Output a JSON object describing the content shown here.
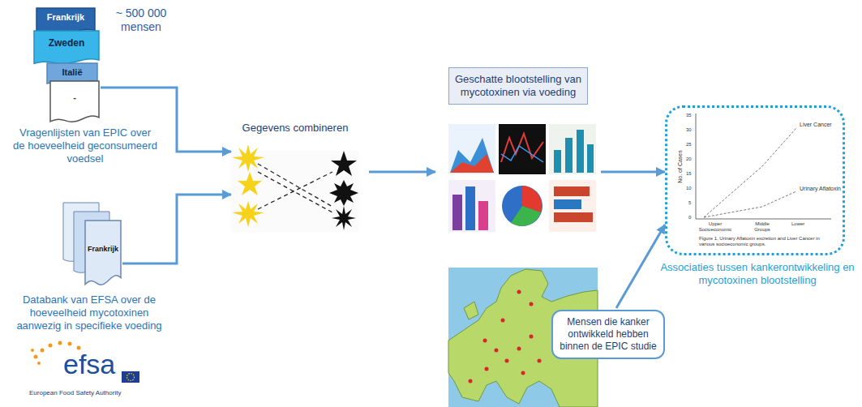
{
  "diagram": {
    "nodes": [
      {
        "text": [
          "Frankrijk"
        ]
      },
      {
        "text": [
          "Zweden"
        ]
      },
      {
        "text": [
          "Italië"
        ]
      },
      {
        "text": [
          "-",
          "Vragenlijsten van EPIC over de hoeveelheid geconsumeerd voedsel"
        ]
      },
      {
        "text": [
          "Frankrijk",
          "Databank van EFSA over de hoeveelheid mycotoxinen aanwezig in specifieke voeding"
        ]
      },
      {
        "text": [
          "Gegevens combineren"
        ]
      },
      {
        "text": [
          "Geschatte blootstelling van mycotoxinen via voeding"
        ]
      },
      {
        "text": [
          "Mensen die kanker ontwikkeld hebben binnen de EPIC studie"
        ]
      },
      {
        "text": [
          "Associaties tussen kankerontwikkeling en mycotoxinen blootstelling"
        ]
      }
    ],
    "edges": [
      {
        "from": 3,
        "to": 5,
        "arrow": "to"
      },
      {
        "from": 4,
        "to": 5,
        "arrow": "to"
      },
      {
        "from": 5,
        "to": 6,
        "arrow": "to"
      },
      {
        "from": 6,
        "to": 8,
        "arrow": "to"
      },
      {
        "from": 7,
        "to": 8,
        "arrow": "to"
      }
    ],
    "labels": [
      "~ 500 000 mensen",
      "efsa",
      "European Food Safety Authority",
      "Liver Cancer",
      "Urinary Aflatoxin",
      "No. of Cases",
      "35",
      "30",
      "25",
      "20",
      "15",
      "10",
      "5",
      "0",
      "Upper Socioeconomic",
      "Middle Groups",
      "Lower",
      "Figure 1. Urinary Aflatoxin excretion and Liver Cancer in various socioeconomic groups."
    ]
  }
}
